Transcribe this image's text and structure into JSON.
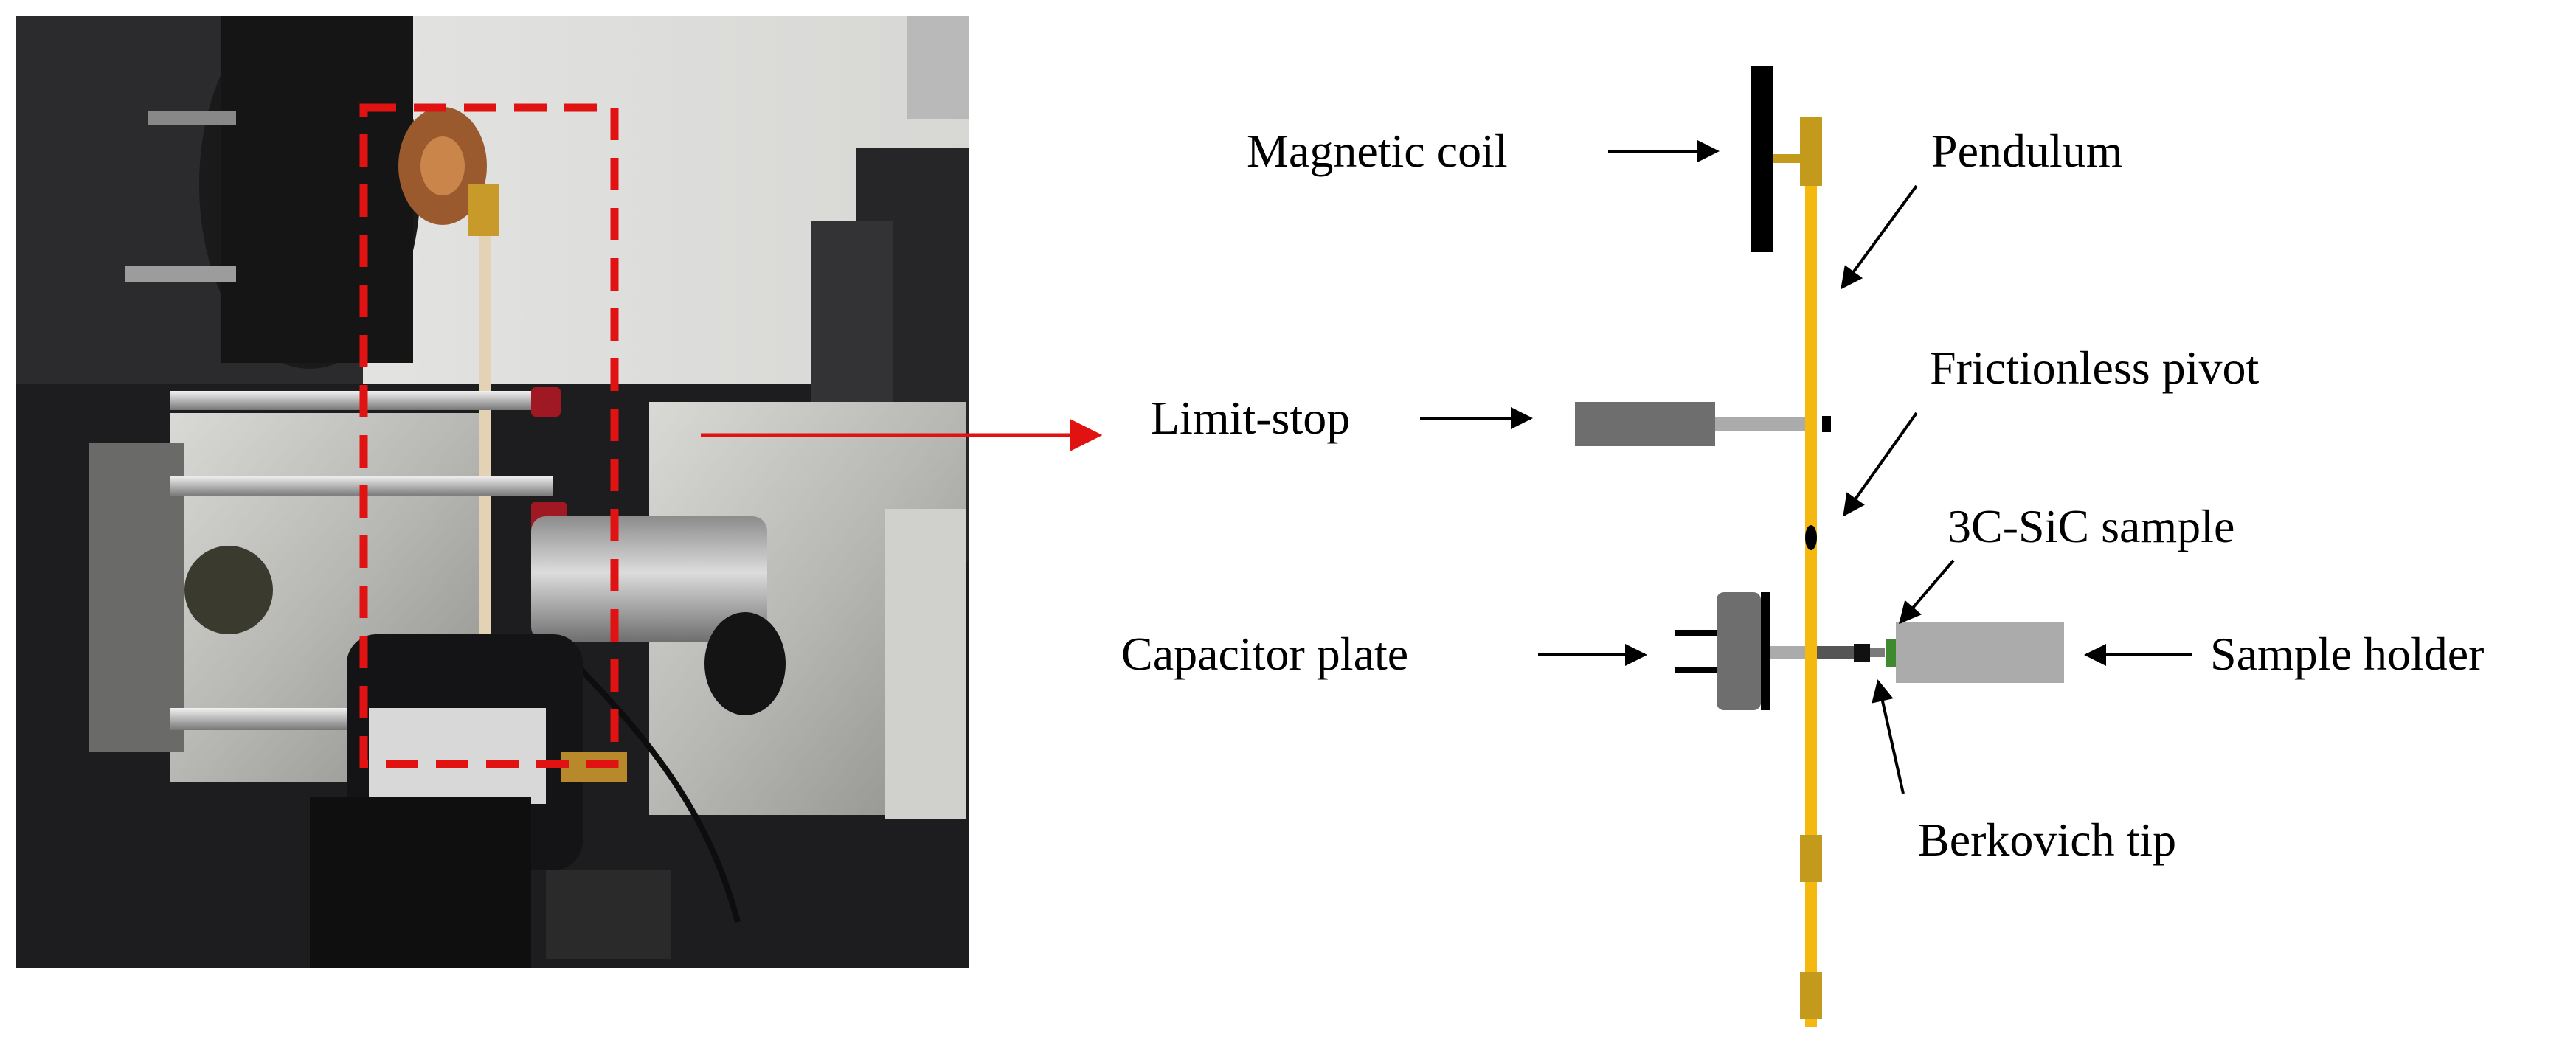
{
  "labels": {
    "magnetic_coil": "Magnetic coil",
    "pendulum": "Pendulum",
    "limit_stop": "Limit-stop",
    "frictionless_pivot": "Frictionless pivot",
    "sample": "3C-SiC sample",
    "capacitor_plate": "Capacitor plate",
    "sample_holder": "Sample holder",
    "berkovich_tip": "Berkovich tip"
  },
  "colors": {
    "pendulum": "#F5B80F",
    "brass": "#C39A1C",
    "highlight": "#E01212",
    "arrow": "#000000",
    "dark_grey": "#6E6E6E",
    "light_grey": "#ABABAB",
    "tip_green": "#3F8A2E"
  }
}
